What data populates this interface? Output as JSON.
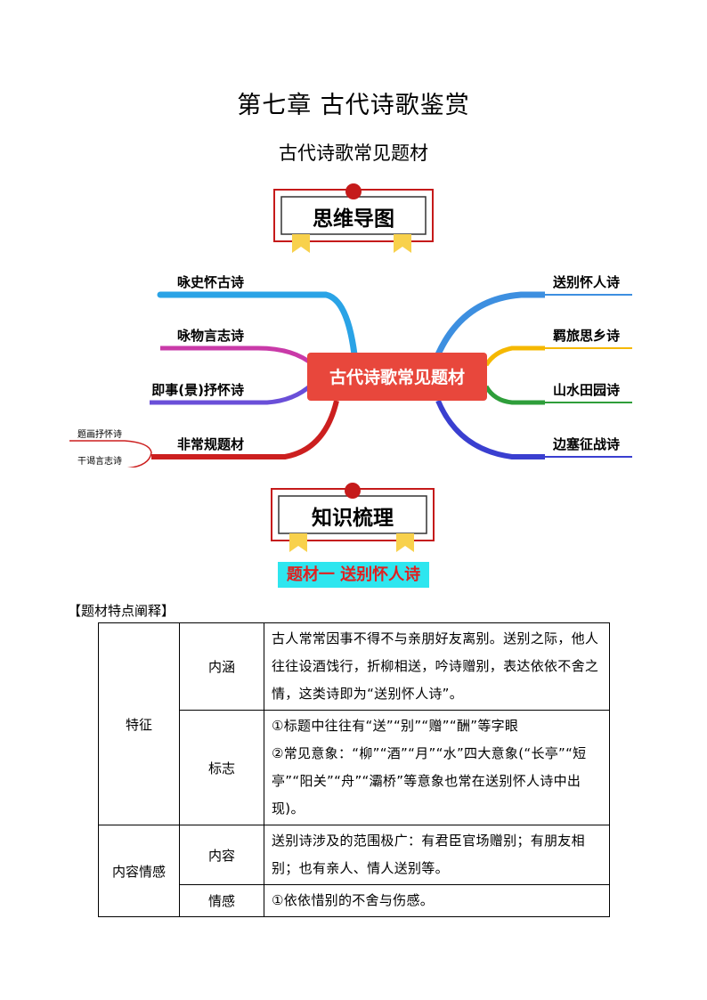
{
  "page": {
    "title": "第七章  古代诗歌鉴赏",
    "subtitle": "古代诗歌常见题材"
  },
  "banners": {
    "mindmap": "思维导图",
    "knowledge": "知识梳理"
  },
  "mindmap": {
    "center": "古代诗歌常见题材",
    "left": [
      "咏史怀古诗",
      "咏物言志诗",
      "即事(景)抒怀诗",
      "非常规题材"
    ],
    "sub_left": [
      "题画抒怀诗",
      "干谒言志诗"
    ],
    "right": [
      "送别怀人诗",
      "羁旅思乡诗",
      "山水田园诗",
      "边塞征战诗"
    ],
    "colors": {
      "center": "#e8473c",
      "l1": "#2aa3e6",
      "l2": "#c93aa8",
      "l3": "#6a4fd8",
      "l4": "#cc1f1f",
      "r1": "#3d8fe0",
      "r2": "#f5b800",
      "r3": "#2e9e3a",
      "r4": "#3a3fd0"
    }
  },
  "topic_label": "题材一   送别怀人诗",
  "section_label": "【题材特点阐释】",
  "table": {
    "rows": [
      {
        "group": "特征",
        "items": [
          {
            "name": "内涵",
            "lines": [
              "古人常常因事不得不与亲朋好友离别。送别之际，他人往往设酒饯行，折柳相送，吟诗赠别，表达依依不舍之情，这类诗即为“送别怀人诗”。"
            ]
          },
          {
            "name": "标志",
            "lines": [
              "①标题中往往有“送”“别”“赠”“酬”等字眼",
              "②常见意象：“柳”“酒”“月”“水”四大意象(“长亭”“短亭”“阳关”“舟”“灞桥”等意象也常在送别怀人诗中出现)。"
            ]
          }
        ]
      },
      {
        "group": "内容情感",
        "items": [
          {
            "name": "内容",
            "lines": [
              "送别诗涉及的范围极广：有君臣官场赠别；有朋友相别；也有亲人、情人送别等。"
            ]
          },
          {
            "name": "情感",
            "lines": [
              "①依依惜别的不舍与伤感。"
            ]
          }
        ]
      }
    ]
  }
}
